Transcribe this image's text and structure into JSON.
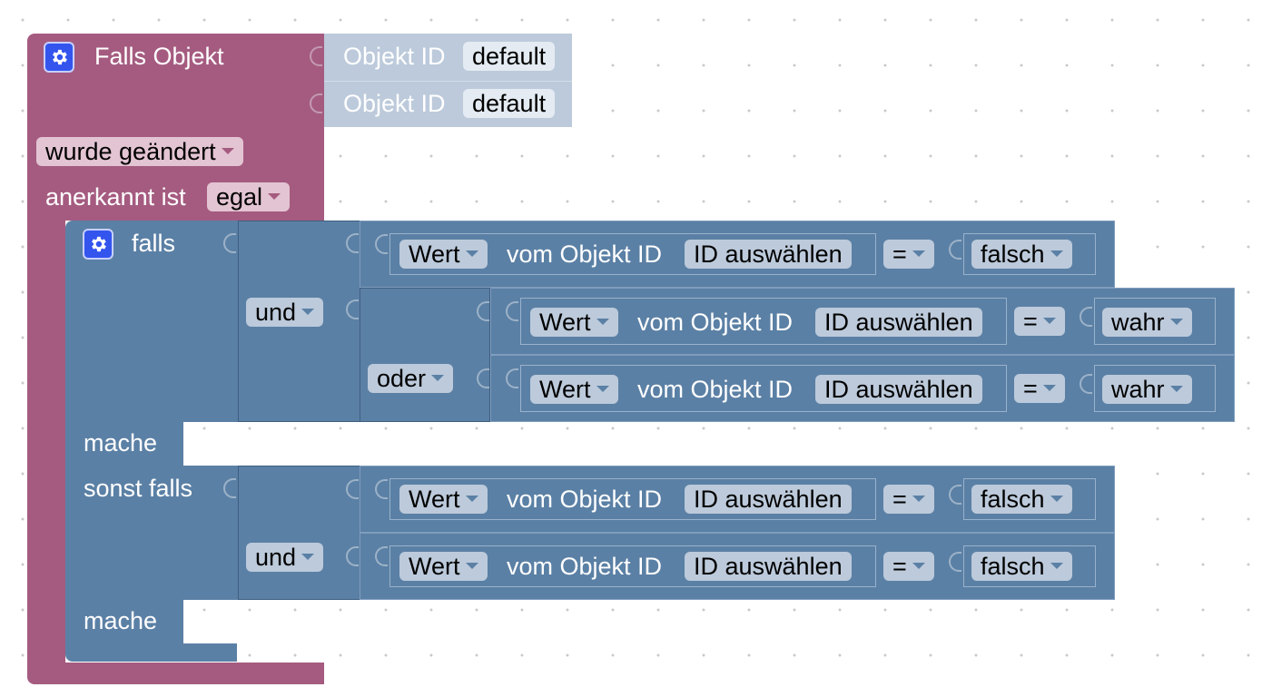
{
  "trigger": {
    "title": "Falls Objekt",
    "object_rows": [
      {
        "label": "Objekt ID",
        "value": "default"
      },
      {
        "label": "Objekt ID",
        "value": "default"
      }
    ],
    "change_dropdown": "wurde geändert",
    "ack_label": "anerkannt ist",
    "ack_dropdown": "egal",
    "color": "#a55b80"
  },
  "if_block": {
    "falls_label": "falls",
    "mache_label": "mache",
    "sonst_falls_label": "sonst falls",
    "mache2_label": "mache",
    "color": "#5b80a5"
  },
  "logic": {
    "and1": "und",
    "or1": "oder",
    "and2": "und"
  },
  "comparisons": [
    {
      "value_dd": "Wert",
      "mid": "vom Objekt ID",
      "id": "ID auswählen",
      "op": "=",
      "bool": "falsch"
    },
    {
      "value_dd": "Wert",
      "mid": "vom Objekt ID",
      "id": "ID auswählen",
      "op": "=",
      "bool": "wahr"
    },
    {
      "value_dd": "Wert",
      "mid": "vom Objekt ID",
      "id": "ID auswählen",
      "op": "=",
      "bool": "wahr"
    },
    {
      "value_dd": "Wert",
      "mid": "vom Objekt ID",
      "id": "ID auswählen",
      "op": "=",
      "bool": "falsch"
    },
    {
      "value_dd": "Wert",
      "mid": "vom Objekt ID",
      "id": "ID auswählen",
      "op": "=",
      "bool": "falsch"
    }
  ],
  "icons": {
    "mutator": "gear-icon",
    "dropdown": "triangle-down-icon"
  }
}
